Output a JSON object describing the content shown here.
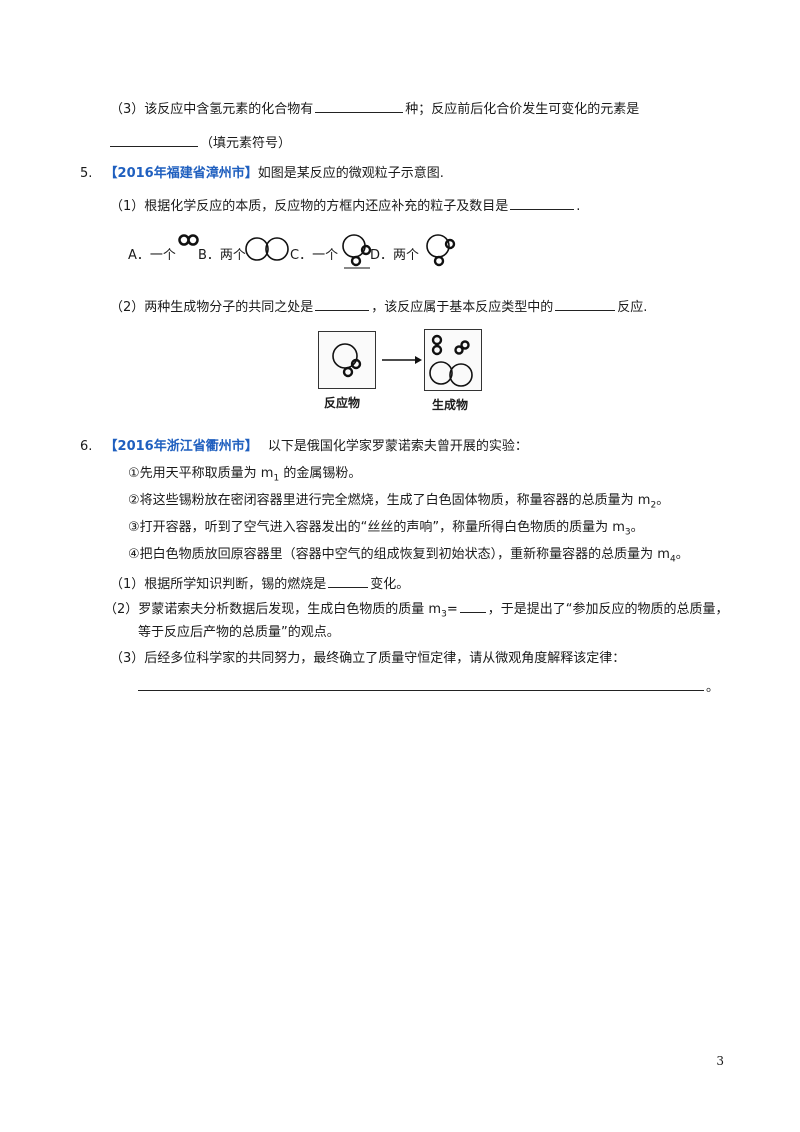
{
  "q4": {
    "p3_a": "（3）该反应中含氢元素的化合物有",
    "p3_b": "种；反应前后化合价发生可变化的元素是",
    "p3_c": "（填元素符号）"
  },
  "q5": {
    "num": "5.",
    "source": "【2016年福建省漳州市】",
    "stem": "如图是某反应的微观粒子示意图.",
    "p1": "（1）根据化学反应的本质，反应物的方框内还应补充的粒子及数目是",
    "p1_end": ".",
    "options": {
      "A": "A．一个",
      "B": "B．两个",
      "C": "C．一个",
      "D": "D．两个"
    },
    "p2_a": "（2）两种生成物分子的共同之处是",
    "p2_b": "，该反应属于基本反应类型中的",
    "p2_c": "反应.",
    "fig_left": "反应物",
    "fig_right": "生成物"
  },
  "q6": {
    "num": "6.",
    "source": "【2016年浙江省衢州市】",
    "stem": "以下是俄国化学家罗蒙诺索夫曾开展的实验：",
    "s1_a": "①先用天平称取质量为 m",
    "s1_sub": "1",
    "s1_b": " 的金属锡粉。",
    "s2_a": "②将这些锡粉放在密闭容器里进行完全燃烧，生成了白色固体物质，称量容器的总质量为 m",
    "s2_sub": "2",
    "s2_b": "。",
    "s3_a": "③打开容器，听到了空气进入容器发出的“丝丝的声响”，称量所得白色物质的质量为 m",
    "s3_sub": "3",
    "s3_b": "。",
    "s4_a": "④把白色物质放回原容器里（容器中空气的组成恢复到初始状态），重新称量容器的总质量为 m",
    "s4_sub": "4",
    "s4_b": "。",
    "p1_a": "（1）根据所学知识判断，锡的燃烧是",
    "p1_b": "变化。",
    "p2_a": "（2）罗蒙诺索夫分析数据后发现，生成白色物质的质量 m",
    "p2_sub": "3",
    "p2_b": "=",
    "p2_c": "，于是提出了“参加反应的物质的总质量，",
    "p2_d": "等于反应后产物的总质量”的观点。",
    "p3": "（3）后经多位科学家的共同努力，最终确立了质量守恒定律，请从微观角度解释该定律：",
    "p3_end": "。"
  },
  "page_number": "3"
}
